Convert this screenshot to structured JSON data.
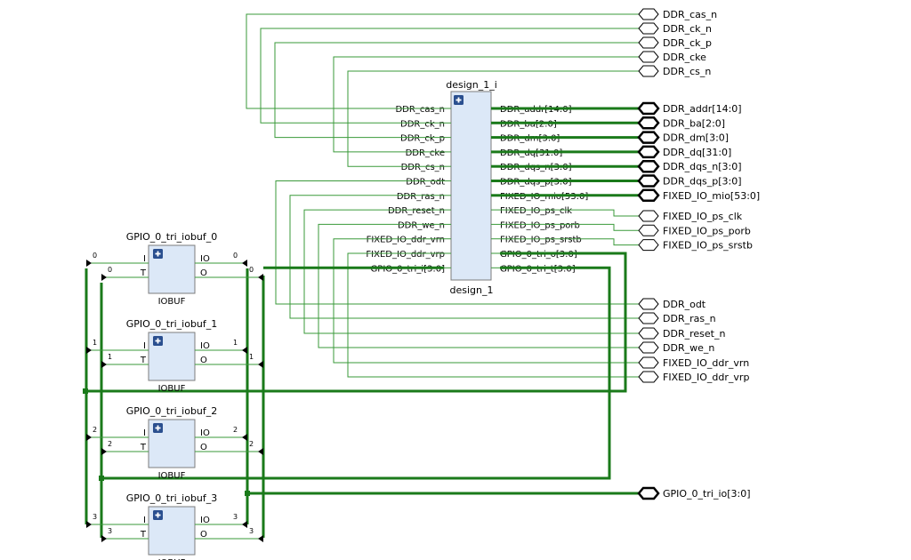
{
  "design": {
    "instance": "design_1_i",
    "module": "design_1",
    "expand_symbol": "+",
    "inputs": [
      "DDR_cas_n",
      "DDR_ck_n",
      "DDR_ck_p",
      "DDR_cke",
      "DDR_cs_n",
      "DDR_odt",
      "DDR_ras_n",
      "DDR_reset_n",
      "DDR_we_n",
      "FIXED_IO_ddr_vrn",
      "FIXED_IO_ddr_vrp",
      "GPIO_0_tri_i[3:0]"
    ],
    "outputs": [
      "DDR_addr[14:0]",
      "DDR_ba[2:0]",
      "DDR_dm[3:0]",
      "DDR_dq[31:0]",
      "DDR_dqs_n[3:0]",
      "DDR_dqs_p[3:0]",
      "FIXED_IO_mio[53:0]",
      "FIXED_IO_ps_clk",
      "FIXED_IO_ps_porb",
      "FIXED_IO_ps_srstb",
      "GPIO_0_tri_o[3:0]",
      "GPIO_0_tri_t[3:0]"
    ]
  },
  "ports_top": [
    "DDR_cas_n",
    "DDR_ck_n",
    "DDR_ck_p",
    "DDR_cke",
    "DDR_cs_n"
  ],
  "ports_bus": [
    "DDR_addr[14:0]",
    "DDR_ba[2:0]",
    "DDR_dm[3:0]",
    "DDR_dq[31:0]",
    "DDR_dqs_n[3:0]",
    "DDR_dqs_p[3:0]",
    "FIXED_IO_mio[53:0]"
  ],
  "ports_fixed": [
    "FIXED_IO_ps_clk",
    "FIXED_IO_ps_porb",
    "FIXED_IO_ps_srstb"
  ],
  "ports_bottom": [
    "DDR_odt",
    "DDR_ras_n",
    "DDR_reset_n",
    "DDR_we_n",
    "FIXED_IO_ddr_vrn",
    "FIXED_IO_ddr_vrp"
  ],
  "port_gpio": "GPIO_0_tri_io[3:0]",
  "iobufs": [
    {
      "name": "GPIO_0_tri_iobuf_0",
      "type": "IOBUF",
      "idx": "0"
    },
    {
      "name": "GPIO_0_tri_iobuf_1",
      "type": "IOBUF",
      "idx": "1"
    },
    {
      "name": "GPIO_0_tri_iobuf_2",
      "type": "IOBUF",
      "idx": "2"
    },
    {
      "name": "GPIO_0_tri_iobuf_3",
      "type": "IOBUF",
      "idx": "3"
    }
  ],
  "iobuf_pins": {
    "i": "I",
    "t": "T",
    "io": "IO",
    "o": "O"
  },
  "colors": {
    "wire": "#3a9a3a",
    "bus": "#1a7a1a",
    "port": "#000000",
    "block_fill": "#dce8f7",
    "block_stroke": "#7c7c7c",
    "plus": "#2a4f8f"
  }
}
